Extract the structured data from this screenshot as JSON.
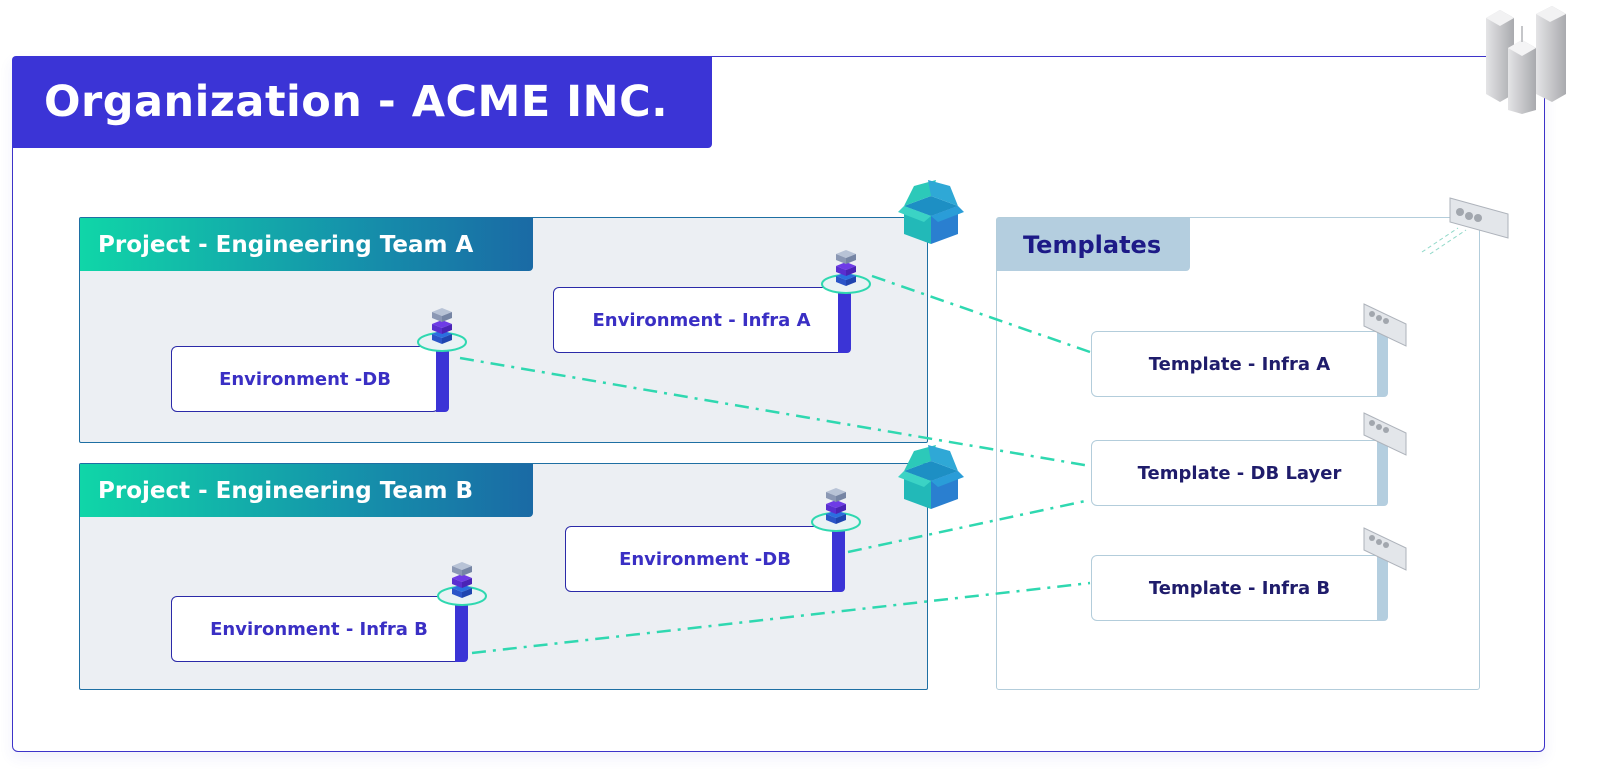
{
  "organization": {
    "title": "Organization - ACME INC.",
    "icon": "buildings-icon"
  },
  "projects": [
    {
      "title": "Project - Engineering Team A",
      "icon": "open-box-icon",
      "environments": [
        {
          "label": "Environment -DB",
          "icon": "stacked-layers-icon"
        },
        {
          "label": "Environment - Infra A",
          "icon": "stacked-layers-icon"
        }
      ]
    },
    {
      "title": "Project - Engineering Team B",
      "icon": "open-box-icon",
      "environments": [
        {
          "label": "Environment -DB",
          "icon": "stacked-layers-icon"
        },
        {
          "label": "Environment - Infra B",
          "icon": "stacked-layers-icon"
        }
      ]
    }
  ],
  "templates": {
    "title": "Templates",
    "icon": "server-panel-icon",
    "items": [
      {
        "label": "Template - Infra A",
        "icon": "server-panel-icon"
      },
      {
        "label": "Template - DB Layer",
        "icon": "server-panel-icon"
      },
      {
        "label": "Template - Infra B",
        "icon": "server-panel-icon"
      }
    ]
  },
  "connections": [
    {
      "from": "Team A / Environment - Infra A",
      "to": "Template - Infra A"
    },
    {
      "from": "Team A / Environment -DB",
      "to": "Template - DB Layer"
    },
    {
      "from": "Team B / Environment -DB",
      "to": "Template - DB Layer"
    },
    {
      "from": "Team B / Environment - Infra B",
      "to": "Template - Infra B"
    }
  ],
  "colors": {
    "org": "#3b34d6",
    "project_start": "#10d6a8",
    "project_end": "#1a6aa5",
    "template_tab": "#b4cedf",
    "connector": "#2fd8b0"
  }
}
